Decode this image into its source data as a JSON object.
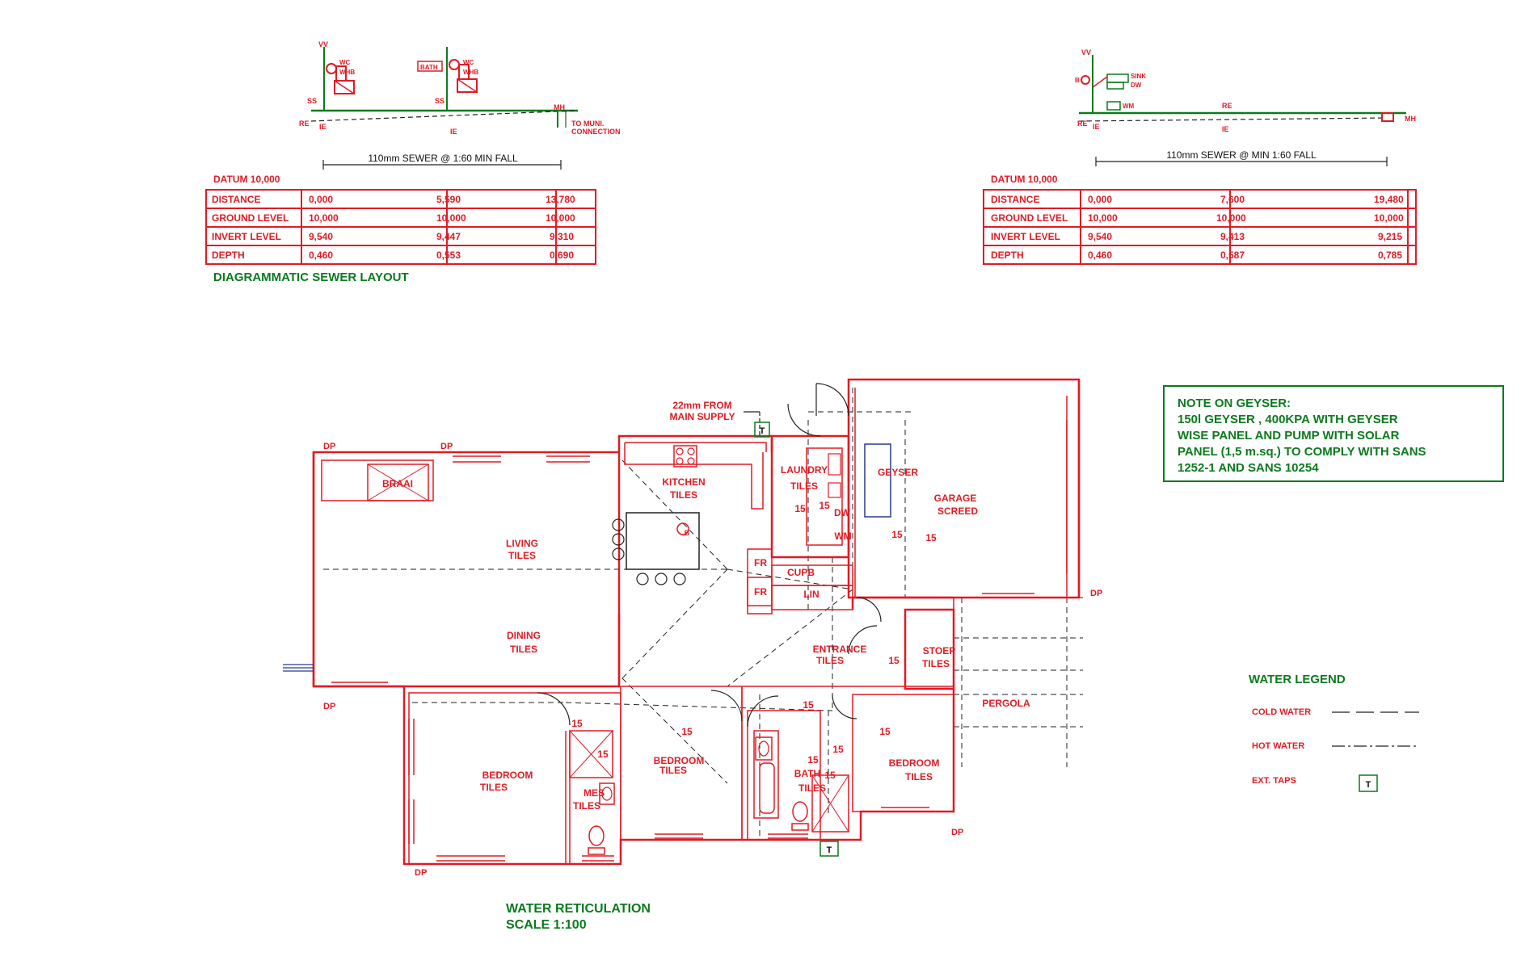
{
  "colors": {
    "red": "#e01b24",
    "green": "#0b7a1e",
    "black": "#111111"
  },
  "sewer_left": {
    "fixtures": [
      "VV",
      "WC",
      "WHB",
      "BATH",
      "WC",
      "WHB",
      "SS",
      "SS",
      "RE",
      "IE",
      "IE",
      "MH",
      "TO MUNI.",
      "CONNECTION"
    ],
    "fall_label": "110mm SEWER @ 1:60 MIN FALL",
    "datum": "DATUM  10,000",
    "row_labels": [
      "DISTANCE",
      "GROUND LEVEL",
      "INVERT LEVEL",
      "DEPTH"
    ],
    "col1": [
      "0,000",
      "10,000",
      "9,540",
      "0,460"
    ],
    "col2": [
      "5,590",
      "10,000",
      "9,447",
      "0,553"
    ],
    "col3": [
      "13,780",
      "10,000",
      "9,310",
      "0,690"
    ],
    "caption": "DIAGRAMMATIC SEWER LAYOUT"
  },
  "sewer_right": {
    "fixtures": [
      "VV",
      "SINK",
      "DW",
      "WM",
      "B",
      "RE",
      "IE",
      "RE",
      "IE",
      "MH"
    ],
    "fall_label": "110mm SEWER @ MIN 1:60 FALL",
    "datum": "DATUM  10,000",
    "row_labels": [
      "DISTANCE",
      "GROUND LEVEL",
      "INVERT LEVEL",
      "DEPTH"
    ],
    "col1": [
      "0,000",
      "10,000",
      "9,540",
      "0,460"
    ],
    "col2": [
      "7,600",
      "10,000",
      "9,413",
      "0,587"
    ],
    "col3": [
      "19,480",
      "10,000",
      "9,215",
      "0,785"
    ]
  },
  "plan": {
    "supply": [
      "22mm FROM",
      "MAIN SUPPLY"
    ],
    "rooms": {
      "braai": "BRAAI",
      "kitchen": [
        "KITCHEN",
        "TILES"
      ],
      "laundry": [
        "LAUNDRY",
        "TILES"
      ],
      "geyser": "GEYSER",
      "garage": [
        "GARAGE",
        "SCREED"
      ],
      "living": [
        "LIVING",
        "TILES"
      ],
      "dining": [
        "DINING",
        "TILES"
      ],
      "cupb": "CUPB",
      "lin": "LIN",
      "fr1": "FR",
      "fr2": "FR",
      "dw": "DW",
      "wm": "WM",
      "b": "B",
      "entrance": [
        "ENTRANCE",
        "TILES"
      ],
      "stoep": [
        "STOEP",
        "TILES"
      ],
      "pergola": "PERGOLA",
      "bed1": [
        "BEDROOM",
        "TILES"
      ],
      "bed2": [
        "BEDROOM",
        "TILES"
      ],
      "bed3": [
        "BEDROOM",
        "TILES"
      ],
      "mes": [
        "MES",
        "TILES"
      ],
      "bath": [
        "BATH",
        "TILES"
      ]
    },
    "pipe_size": "15",
    "downpipe": "DP",
    "tap": "T",
    "title": "WATER RETICULATION",
    "scale": "SCALE 1:100"
  },
  "geyser_note": {
    "lines": [
      "NOTE ON GEYSER:",
      "150l GEYSER , 400KPA WITH GEYSER",
      "WISE PANEL AND PUMP WITH SOLAR",
      "PANEL (1,5 m.sq.) TO COMPLY WITH SANS",
      "1252-1 AND SANS 10254"
    ]
  },
  "legend": {
    "title": "WATER LEGEND",
    "cold": "COLD WATER",
    "hot": "HOT WATER",
    "taps": "EXT. TAPS",
    "tap_symbol": "T"
  }
}
